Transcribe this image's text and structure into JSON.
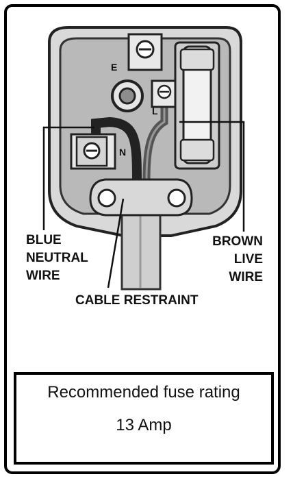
{
  "diagram": {
    "terminals": {
      "earth": "E",
      "live": "L",
      "neutral": "N"
    },
    "labels": {
      "left": [
        "BLUE",
        "NEUTRAL",
        "WIRE"
      ],
      "right": [
        "BROWN",
        "LIVE",
        "WIRE"
      ],
      "cable": "CABLE RESTRAINT"
    }
  },
  "fuse_info": {
    "title": "Recommended fuse rating",
    "value": "13 Amp"
  }
}
